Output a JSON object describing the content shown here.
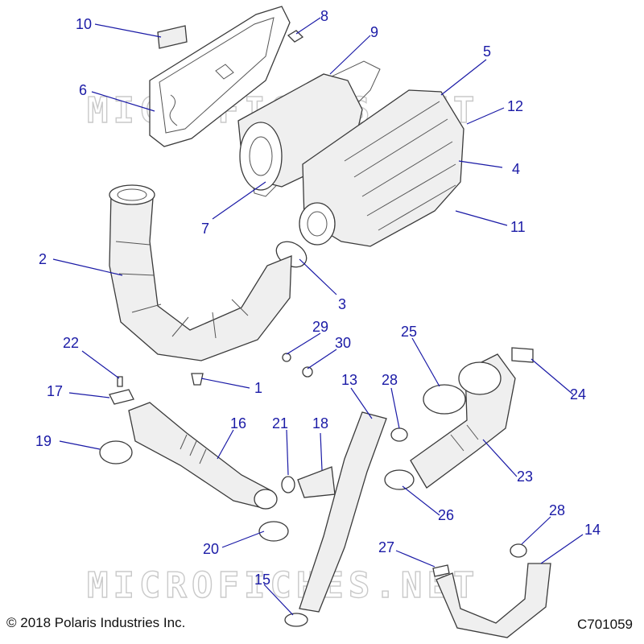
{
  "watermark": "MICROFICHES.NET",
  "copyright": "© 2018 Polaris Industries Inc.",
  "drawing_id": "C701059",
  "callouts": [
    "1",
    "2",
    "3",
    "4",
    "5",
    "6",
    "7",
    "8",
    "9",
    "10",
    "11",
    "12",
    "13",
    "14",
    "15",
    "16",
    "17",
    "18",
    "19",
    "20",
    "21",
    "22",
    "23",
    "24",
    "25",
    "26",
    "27",
    "28",
    "28",
    "29",
    "30"
  ],
  "colors": {
    "callout": "#1a1aa6",
    "outline": "#3a3a3a",
    "watermark": "#c9c9c9"
  }
}
